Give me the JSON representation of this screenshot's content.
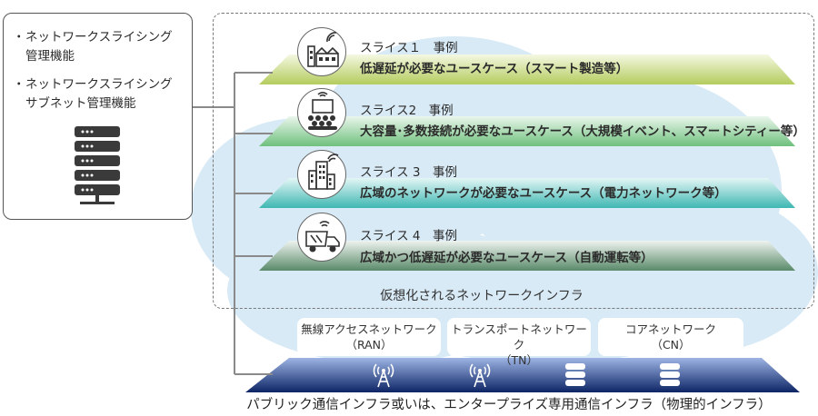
{
  "management": {
    "items": [
      {
        "bullet": "・",
        "line1": "ネットワークスライシング",
        "line2": "管理機能"
      },
      {
        "bullet": "・",
        "line1": "ネットワークスライシング",
        "line2": "サブネット管理機能"
      }
    ],
    "icon": "server-rack-icon"
  },
  "slices": [
    {
      "title": "スライス１　事例",
      "desc": "低遅延が必要なユースケース（スマート製造等）",
      "icon": "factory-icon",
      "color": "#b9cf6a"
    },
    {
      "title": "スライス2　事例",
      "desc": "大容量･多数接続が必要なユースケース（大規模イベント、スマートシティー等）",
      "icon": "event-audience-icon",
      "color": "#7fc88a"
    },
    {
      "title": "スライス 3　事例",
      "desc": "広域のネットワークが必要なユースケース（電力ネットワーク等）",
      "icon": "city-buildings-icon",
      "color": "#5cc3bf"
    },
    {
      "title": "スライス 4　事例",
      "desc": "広域かつ低遅延が必要なユースケース（自動運転等）",
      "icon": "truck-icon",
      "color": "#6b9a7c"
    }
  ],
  "virtual_infra_label": "仮想化されるネットワークインフラ",
  "networks": [
    {
      "line1": "無線アクセスネットワーク",
      "line2": "（RAN）",
      "icon": "antenna-icon"
    },
    {
      "line1": "トランスポートネットワーク",
      "line2": "（TN）",
      "icon": "antenna-icon"
    },
    {
      "line1": "コアネットワーク",
      "line2": "（CN）",
      "icon": "database-icon"
    }
  ],
  "extra_network_icon": "database-icon",
  "physical_infra_label": "パブリック通信インフラ或いは、エンタープライズ専用通信インフラ（物理的インフラ）",
  "colors": {
    "cloud": "#d6e9f5",
    "physical_dark": "#102a6b",
    "physical_light": "#6f8fcf"
  }
}
